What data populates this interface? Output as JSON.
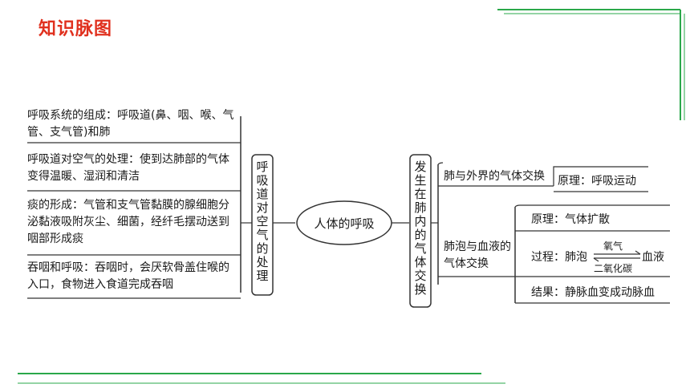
{
  "title": "知识脉图",
  "theme": {
    "accent_green": "#2aa84a",
    "title_red": "#e0301e",
    "line_dark": "#333333"
  },
  "center": "人体的呼吸",
  "left_vertical": "呼吸道对空气的处理",
  "right_vertical": "发生在肺内的气体交换",
  "left_items": [
    "呼吸系统的组成：呼吸道(鼻、咽、喉、气管、支气管)和肺",
    "呼吸道对空气的处理：使到达肺部的气体变得温暖、湿润和清洁",
    "痰的形成：气管和支气管黏膜的腺细胞分泌黏液吸附灰尘、细菌，经纤毛摆动送到咽部形成痰",
    "吞咽和呼吸：吞咽时，会厌软骨盖住喉的入口，食物进入食道完成吞咽"
  ],
  "right": {
    "branch1": {
      "label": "肺与外界的气体交换",
      "principle": "原理：呼吸运动"
    },
    "branch2": {
      "label": "肺泡与血液的气体交换",
      "principle": "原理：气体扩散",
      "process_prefix": "过程：肺泡",
      "arrow_top": "氧气",
      "arrow_bottom": "二氧化碳",
      "process_suffix": "血液",
      "result": "结果：静脉血变成动脉血"
    }
  }
}
